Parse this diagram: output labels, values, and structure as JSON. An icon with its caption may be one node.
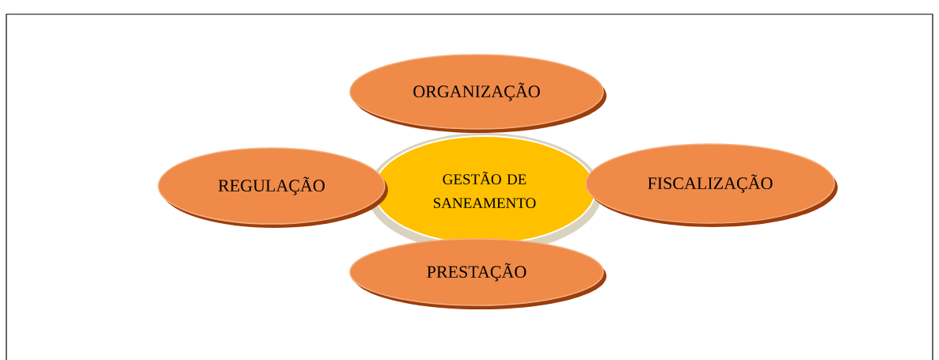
{
  "diagram": {
    "nodes": [
      {
        "text": [
          "ORGANIZAÇÃO"
        ]
      },
      {
        "text": [
          "REGULAÇÃO"
        ]
      },
      {
        "text": [
          "GESTÃO DE SANEAMENTO"
        ]
      },
      {
        "text": [
          "FISCALIZAÇÃO"
        ]
      },
      {
        "text": [
          "PRESTAÇÃO"
        ]
      }
    ]
  }
}
